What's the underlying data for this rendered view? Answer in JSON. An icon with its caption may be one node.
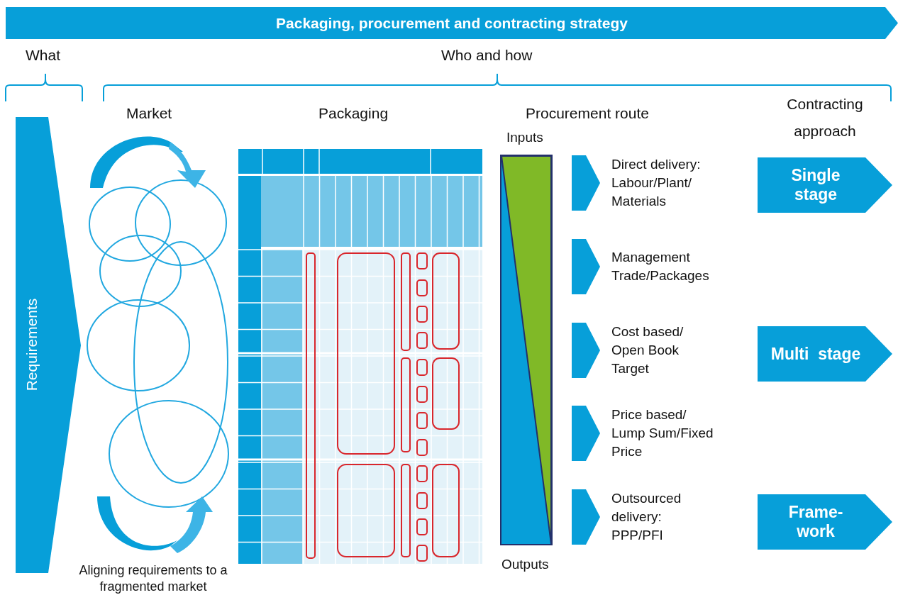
{
  "diagram": {
    "nodes": [
      {
        "text": [
          "Packaging, procurement and contracting strategy"
        ]
      },
      {
        "text": [
          "Requirements"
        ]
      },
      {
        "text": [],
        "shape": "chevron",
        "beside": [
          "Direct delivery: Labour/Plant/ Materials"
        ]
      },
      {
        "text": [],
        "shape": "chevron",
        "beside": [
          "Management Trade/Packages"
        ]
      },
      {
        "text": [],
        "shape": "chevron",
        "beside": [
          "Cost based/ Open Book Target"
        ]
      },
      {
        "text": [],
        "shape": "chevron",
        "beside": [
          "Price based/ Lump Sum/Fixed Price"
        ]
      },
      {
        "text": [],
        "shape": "chevron",
        "beside": [
          "Outsourced delivery: PPP/PFI"
        ]
      },
      {
        "text": [
          "Single stage"
        ]
      },
      {
        "text": [
          "Multi  stage"
        ]
      },
      {
        "text": [
          "Frame- work"
        ]
      }
    ],
    "labels": [
      "What",
      "Who and how",
      "Market",
      "Packaging",
      "Procurement route",
      "Contracting approach",
      "Inputs",
      "Outputs",
      "Aligning requirements to a fragmented market"
    ]
  }
}
